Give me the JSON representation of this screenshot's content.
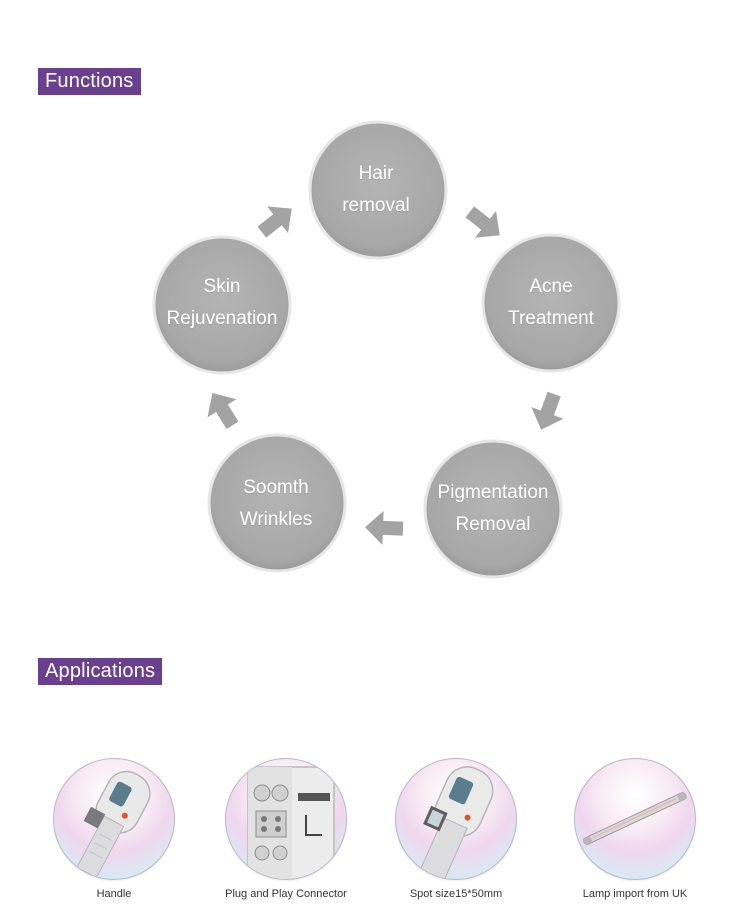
{
  "functions": {
    "heading": "Functions",
    "nodes": [
      {
        "line1": "Hair",
        "line2": "removal"
      },
      {
        "line1": "Acne",
        "line2": "Treatment"
      },
      {
        "line1": "Pigmentation",
        "line2": "Removal"
      },
      {
        "line1": "Soomth",
        "line2": "Wrinkles"
      },
      {
        "line1": "Skin",
        "line2": "Rejuvenation"
      }
    ]
  },
  "applications": {
    "heading": "Applications",
    "items": [
      {
        "caption": "Handle",
        "icon": "handle-icon"
      },
      {
        "caption": "Plug and Play Connector",
        "icon": "connector-icon"
      },
      {
        "caption": "Spot size15*50mm",
        "icon": "spot-size-icon"
      },
      {
        "caption": "Lamp import from UK",
        "icon": "lamp-icon"
      }
    ]
  },
  "colors": {
    "accent": "#6a3f8e",
    "node_fill": "#a9a9a9",
    "arrow_fill": "#a3a3a3"
  }
}
